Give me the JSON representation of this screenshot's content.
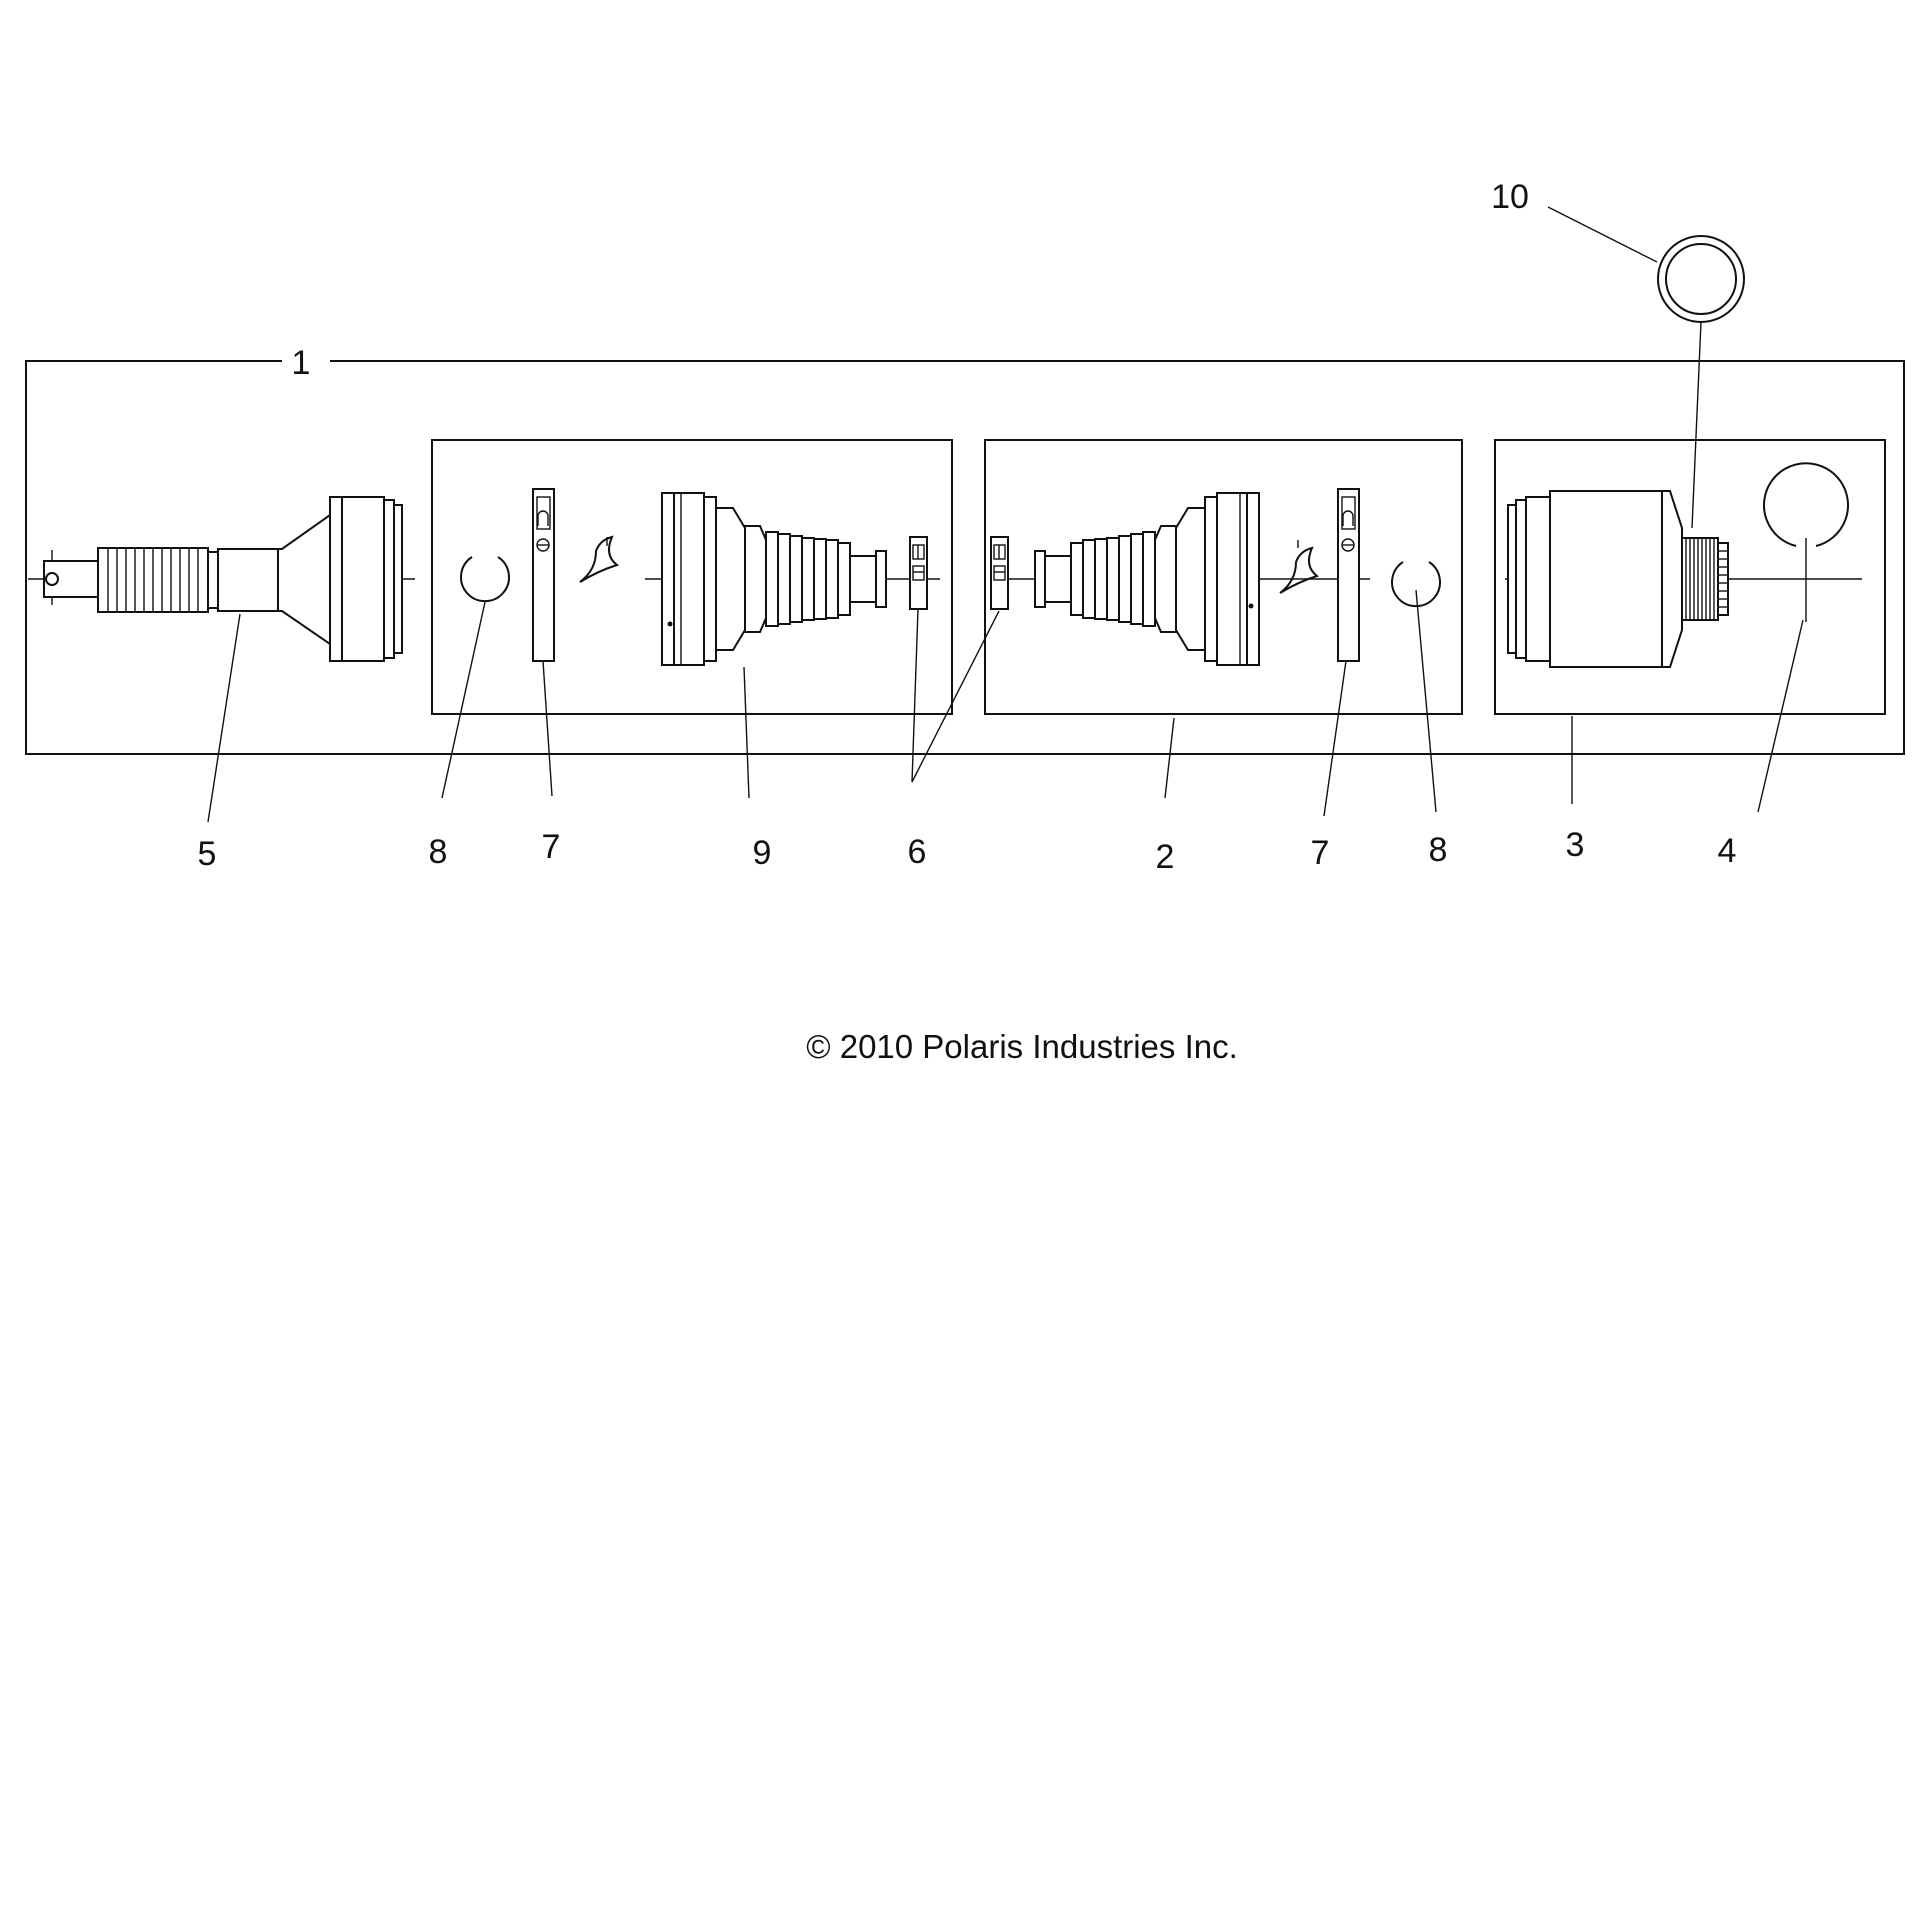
{
  "callouts": {
    "c1": "1",
    "c2": "2",
    "c3": "3",
    "c4": "4",
    "c5": "5",
    "c6": "6",
    "c7a": "7",
    "c7b": "7",
    "c8a": "8",
    "c8b": "8",
    "c9": "9",
    "c10": "10"
  },
  "copyright": "© 2010 Polaris Industries Inc."
}
